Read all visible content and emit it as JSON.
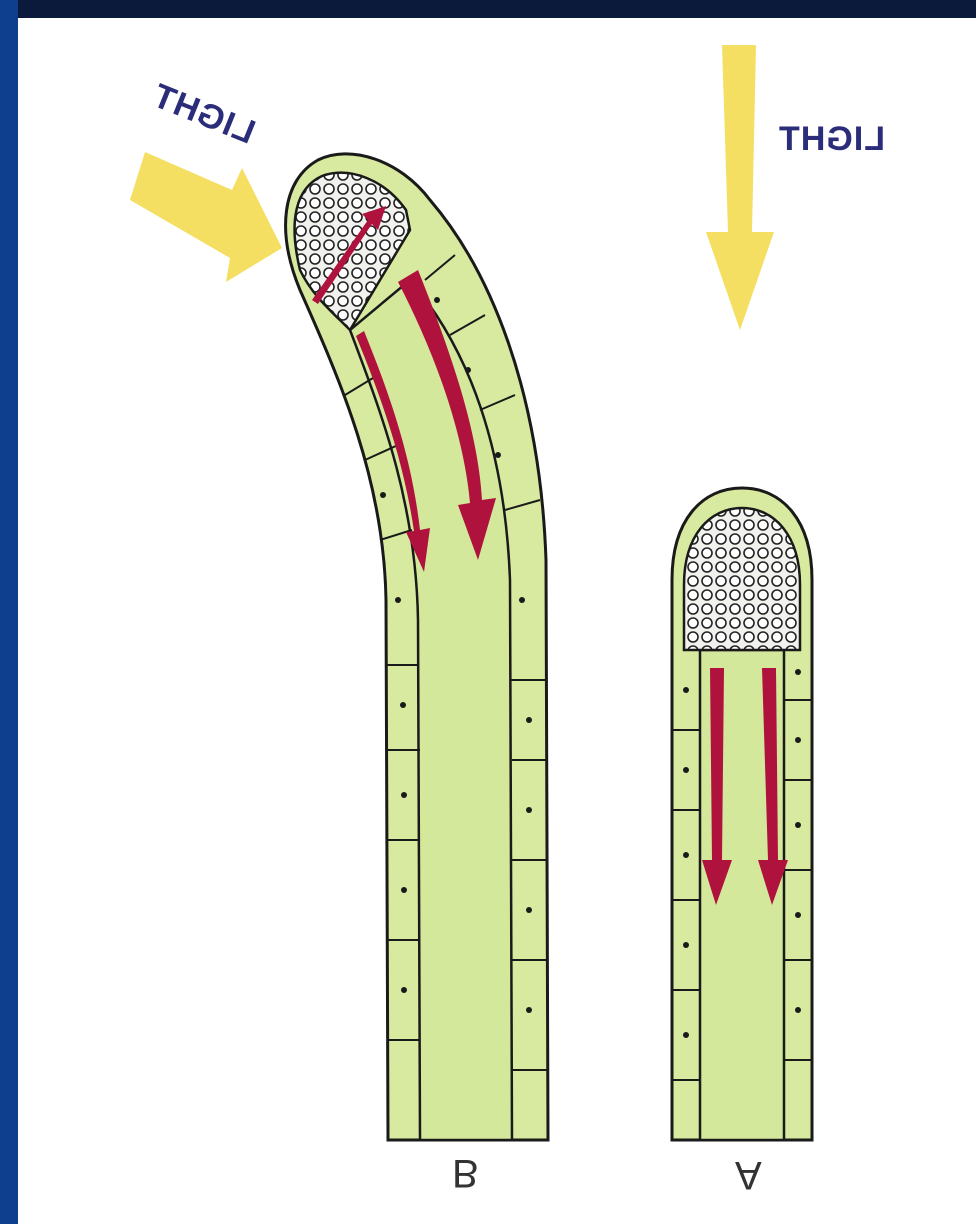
{
  "diagram": {
    "light_label_b": "LIGHT",
    "light_label_a": "LIGHT",
    "panel_b_label": "B",
    "panel_a_label": "A"
  },
  "colors": {
    "border_blue": "#0e3f8f",
    "tissue_green": "#d8eaa0",
    "light_yellow": "#f3dd5a",
    "arrow_red": "#b0123e",
    "outline": "#1a1a1a"
  }
}
